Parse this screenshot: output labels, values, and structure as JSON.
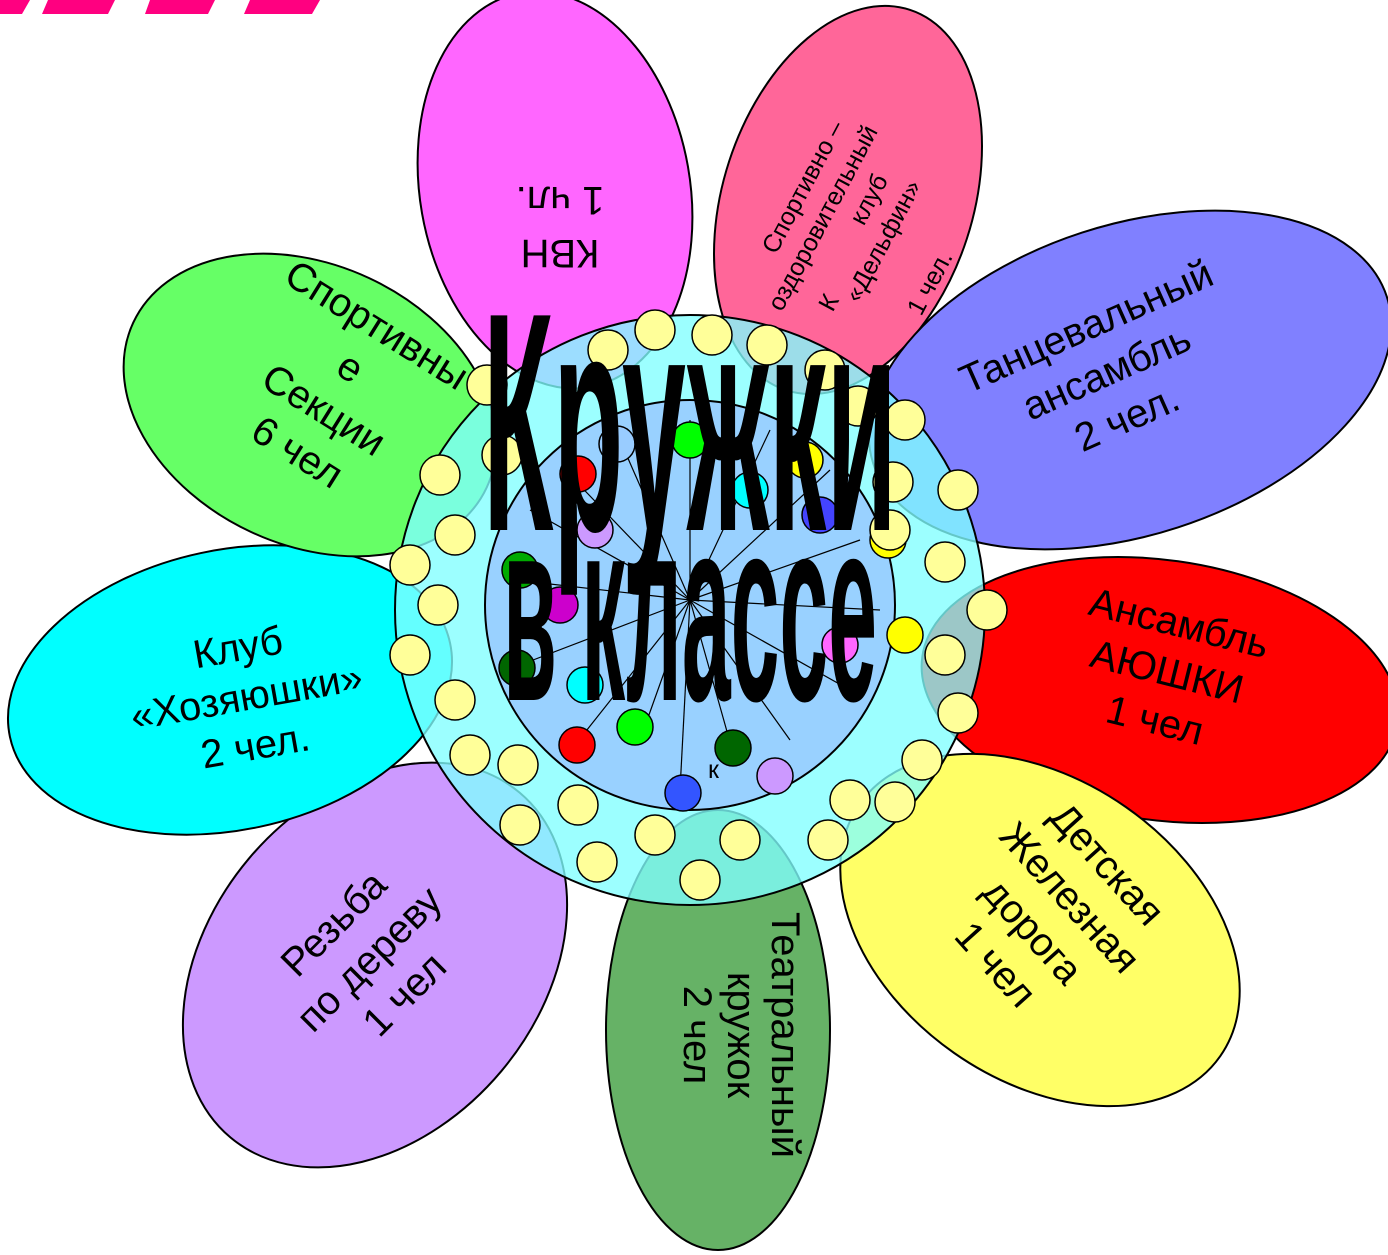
{
  "colors": {
    "title_fragment": "#ff0080",
    "petal_kvn": "#ff66ff",
    "petal_dolphin": "#ff6699",
    "petal_dance": "#8080ff",
    "petal_ayushki": "#ff0000",
    "petal_railway": "#ffff66",
    "petal_theatre": "#66b266",
    "petal_wood": "#cc99ff",
    "petal_housewives": "#00ffff",
    "petal_sport": "#66ff66",
    "ring_outer": "#80ffff",
    "ring_inner": "#99ccff",
    "bead": "#ffff99"
  },
  "petals": {
    "kvn": {
      "l1": "КВН",
      "l2": "1 чл."
    },
    "dolphin": {
      "l1": "Спортивно –",
      "l2": "оздоровительный",
      "l3": "клуб",
      "l4": "«Дельфин»",
      "l5": "1 чел.",
      "frag": "К"
    },
    "dance": {
      "l1": "Танцевальный",
      "l2": "ансамбль",
      "l3": "2 чел."
    },
    "ayushki": {
      "l1": "Ансамбль",
      "l2": "АЮШКИ",
      "l3": "1 чел"
    },
    "railway": {
      "l1": "Детская",
      "l2": "Железная",
      "l3": "дорога",
      "l4": "1 чел"
    },
    "theatre": {
      "l1": "Театральный",
      "l2": "кружок",
      "l3": "2 чел"
    },
    "wood": {
      "l1": "Резьба",
      "l2": "по дереву",
      "l3": "1 чел"
    },
    "housewives": {
      "l1": "Клуб",
      "l2": "«Хозяюшки»",
      "l3": "2 чел."
    },
    "sport": {
      "l1": "Спортивны",
      "l2": "е",
      "l3": "Секции",
      "l4": "6 чел"
    }
  },
  "center": {
    "line1": "Кружки",
    "line2": "в классе",
    "fragment": "к"
  }
}
